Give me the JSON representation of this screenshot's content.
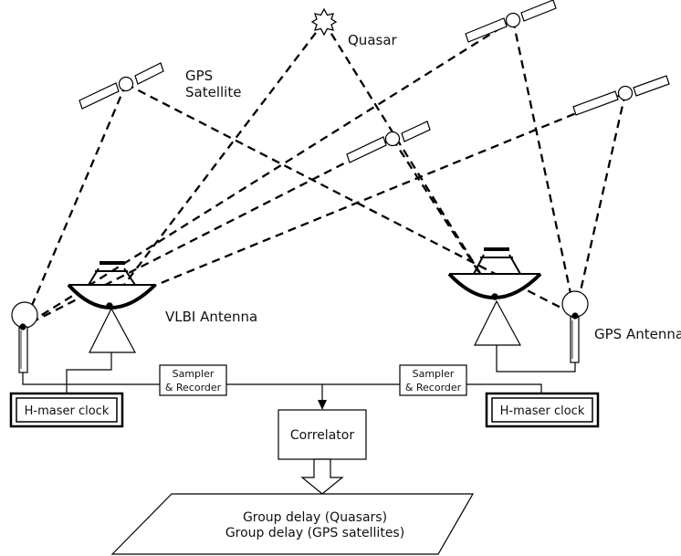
{
  "labels": {
    "quasar": "Quasar",
    "gps_satellite_line1": "GPS",
    "gps_satellite_line2": "Satellite",
    "vlbi_antenna": "VLBI Antenna",
    "gps_antenna": "GPS Antenna",
    "sampler_left_line1": "Sampler",
    "sampler_left_line2": "& Recorder",
    "sampler_right_line1": "Sampler",
    "sampler_right_line2": "& Recorder",
    "hmaser_left": "H-maser clock",
    "hmaser_right": "H-maser clock",
    "correlator": "Correlator",
    "output_line1": "Group delay (Quasars)",
    "output_line2": "Group delay (GPS satellites)"
  },
  "colors": {
    "line": "#000000",
    "background": "#ffffff"
  }
}
